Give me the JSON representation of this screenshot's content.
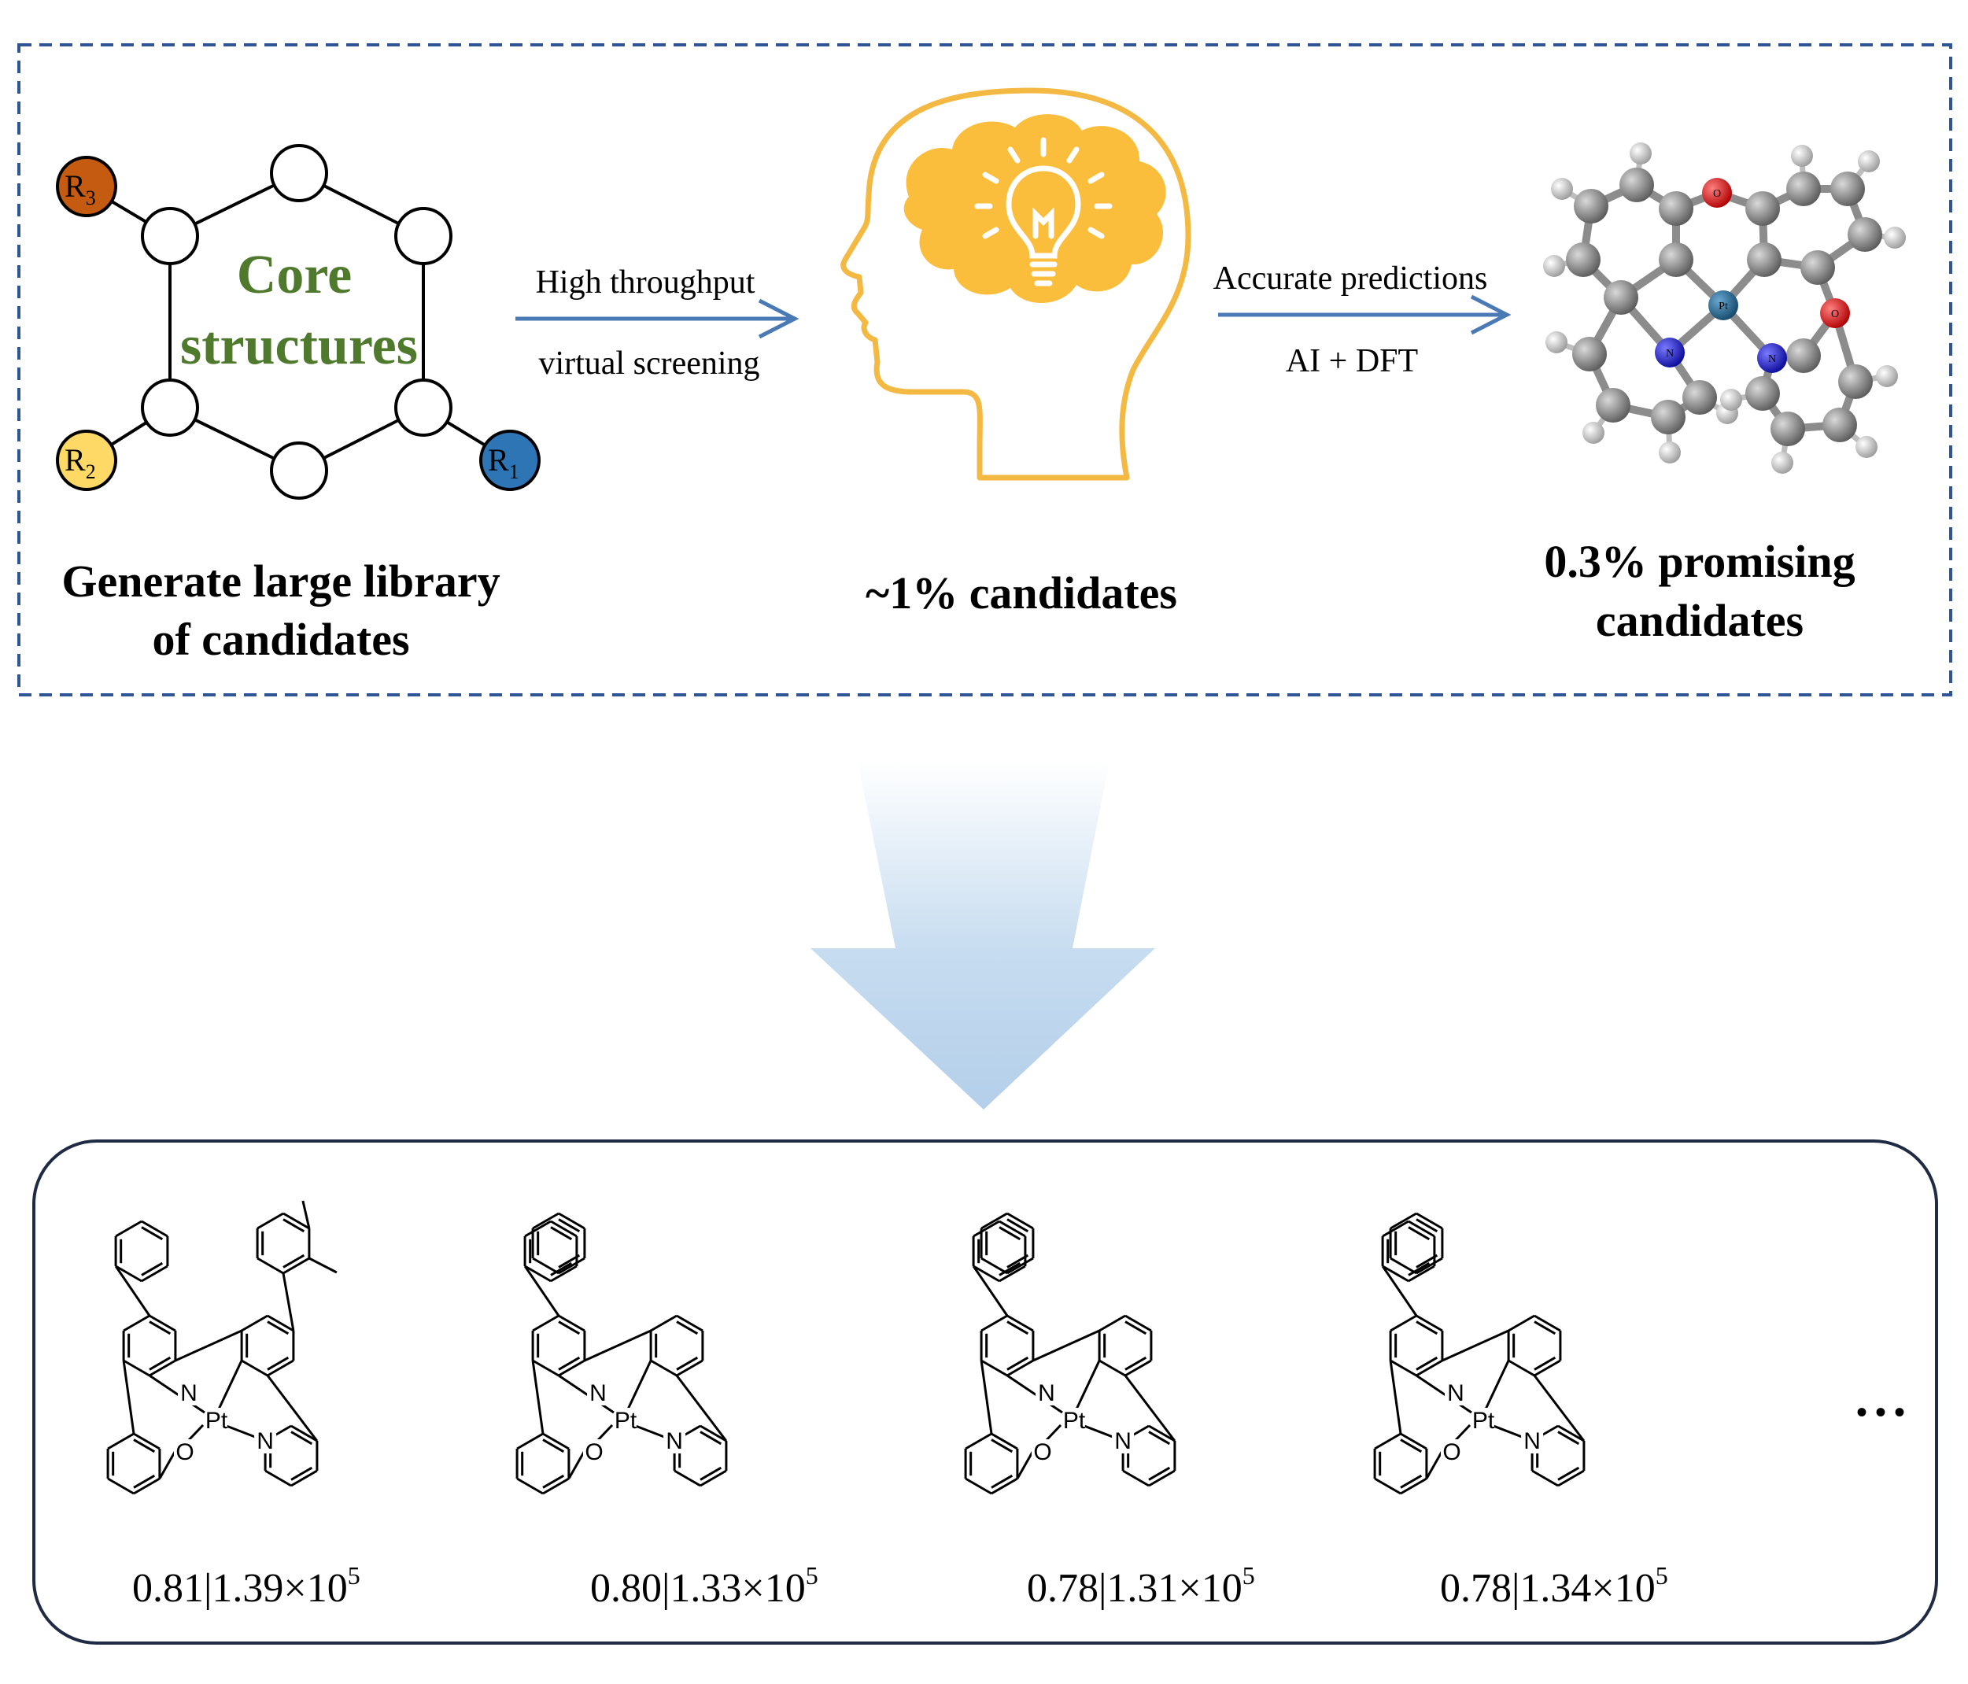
{
  "top_panel": {
    "core_label_line1": "Core",
    "core_label_line2": "structures",
    "substituents": [
      {
        "id": "R3",
        "letter": "R",
        "sub": "3",
        "color": "#c55a11"
      },
      {
        "id": "R2",
        "letter": "R",
        "sub": "2",
        "color": "#ffd966"
      },
      {
        "id": "R1",
        "letter": "R",
        "sub": "1",
        "color": "#2e75b6"
      }
    ],
    "generate_caption_line1": "Generate large library",
    "generate_caption_line2": "of candidates",
    "arrow1_label_top": "High throughput",
    "arrow1_label_bottom": "virtual screening",
    "screen_caption": "~1% candidates",
    "arrow2_label_top": "Accurate predictions",
    "arrow2_label_bottom": "AI + DFT",
    "promising_caption_line1": "0.3% promising",
    "promising_caption_line2": "candidates",
    "molecule_atoms": {
      "metal": "Pt",
      "nitrogen": "N",
      "oxygen": "O"
    }
  },
  "bottom_panel": {
    "structure_atoms": {
      "metal": "Pt",
      "nitrogen": "N",
      "oxygen": "O"
    },
    "candidates": [
      {
        "value": "0.81|1.39×10",
        "exponent": "5"
      },
      {
        "value": "0.80|1.33×10",
        "exponent": "5"
      },
      {
        "value": "0.78|1.31×10",
        "exponent": "5"
      },
      {
        "value": "0.78|1.34×10",
        "exponent": "5"
      }
    ],
    "ellipsis": "• • •"
  },
  "colors": {
    "dashed_border": "#2f5597",
    "arrow": "#4a7ab5",
    "head_outline": "#f4b942",
    "cloud": "#fbbe3c",
    "big_arrow": "#bdd7ee",
    "core_text": "#4f7a2e",
    "carbon": "#8c8c8c",
    "hydrogen": "#e0e0e0",
    "oxygen": "#e00000",
    "nitrogen": "#1a1ad8",
    "platinum": "#1f5f8b"
  }
}
